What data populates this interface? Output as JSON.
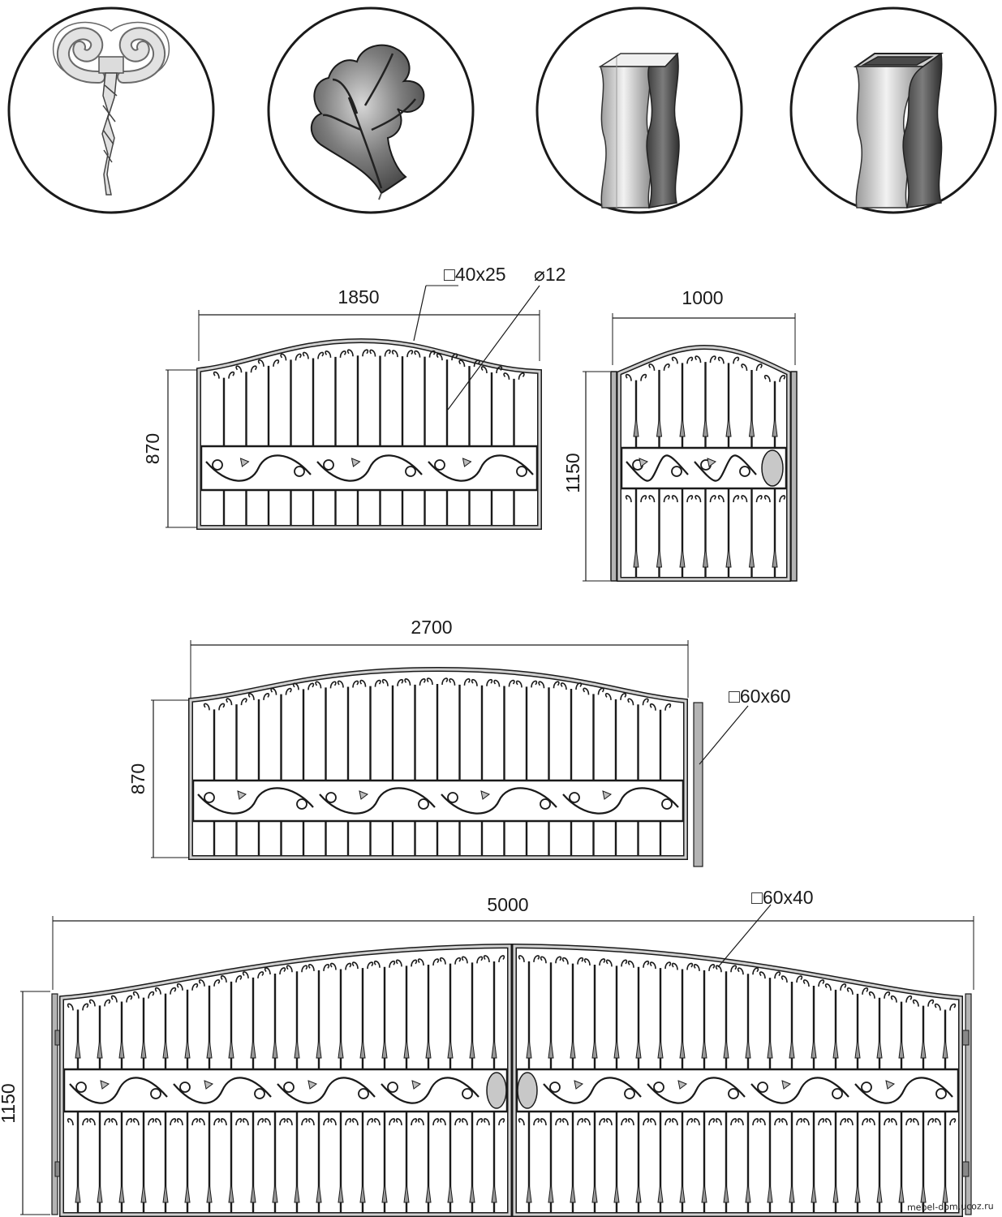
{
  "details": [
    {
      "icon": "forged-scroll-icon"
    },
    {
      "icon": "forged-leaf-icon"
    },
    {
      "icon": "twisted-profile-post-icon"
    },
    {
      "icon": "twisted-hollow-tube-icon"
    }
  ],
  "gates": {
    "panel_1850": {
      "width_label": "1850",
      "height_label": "870",
      "callout_frame": "□40x25",
      "callout_bar": "⌀12"
    },
    "wicket_1000": {
      "width_label": "1000",
      "height_label": "1150"
    },
    "panel_2700": {
      "width_label": "2700",
      "height_label": "870",
      "callout_post": "□60x60"
    },
    "gate_5000": {
      "width_label": "5000",
      "height_label": "1150",
      "callout_post": "□60x40"
    }
  },
  "colors": {
    "line": "#1a1a1a",
    "frame_fill": "#c9c9c9",
    "post_fill": "#b4b4b4",
    "metal_light": "#e6e6e6",
    "metal_dark": "#4a4a4a"
  },
  "credit": "mebel-dom.ucoz.ru"
}
